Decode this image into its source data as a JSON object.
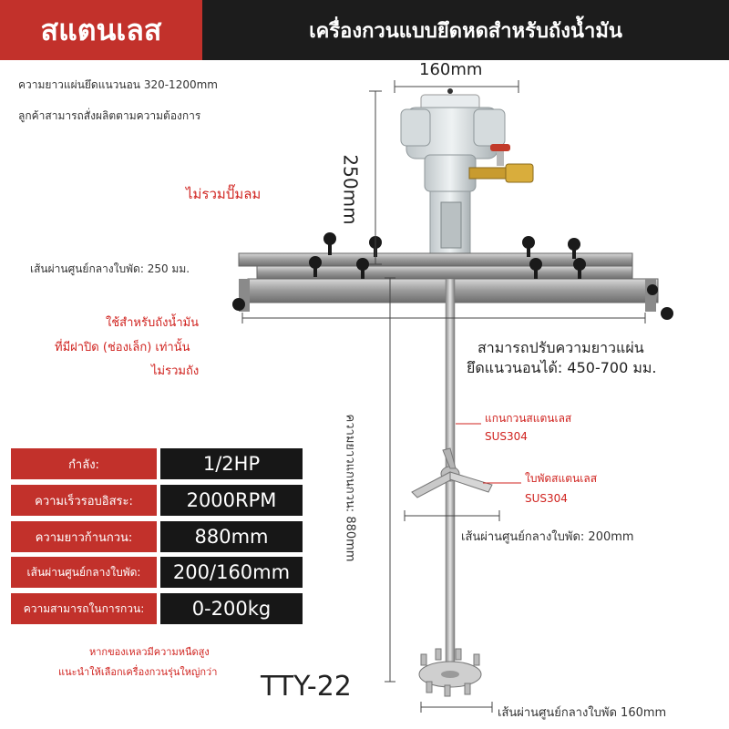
{
  "header": {
    "badge": "สแตนเลส",
    "title": "เครื่องกวนแบบยึดหดสำหรับถังน้ำมัน"
  },
  "notes": {
    "bar_length": "ความยาวแผ่นยึดแนวนอน 320-1200mm",
    "custom_order": "ลูกค้าสามารถสั่งผลิตตามความต้องการ",
    "no_pump": "ไม่รวมปั๊มลม",
    "upper_blade_diameter": "เส้นผ่านศูนย์กลางใบพัด: 250 มม.",
    "usage_line1": "ใช้สำหรับถังน้ำมัน",
    "usage_line2": "ที่มีฝาปิด (ช่องเล็ก) เท่านั้น",
    "usage_line3": "ไม่รวมถัง",
    "adjust_line1": "สามารถปรับความยาวแผ่น",
    "adjust_line2": "ยึดแนวนอนได้: 450-700 มม.",
    "shaft_material_line1": "แกนกวนสแตนเลส",
    "shaft_material_line2": "SUS304",
    "blade_material_line1": "ใบพัดสแตนเลส",
    "blade_material_line2": "SUS304",
    "mid_blade_diameter": "เส้นผ่านศูนย์กลางใบพัด: 200mm",
    "bottom_blade_diameter": "เส้นผ่านศูนย์กลางใบพัด 160mm",
    "viscosity_line1": "หากของเหลวมีความหนืดสูง",
    "viscosity_line2": "แนะนำให้เลือกเครื่องกวนรุ่นใหญ่กว่า",
    "model": "TTY-22"
  },
  "dimensions": {
    "motor_width": "160mm",
    "motor_height": "250mm",
    "shaft_length": "ความยาวแกนกวน: 880mm"
  },
  "specs": [
    {
      "label": "กำลัง:",
      "value": "1/2HP"
    },
    {
      "label": "ความเร็วรอบอิสระ:",
      "value": "2000RPM"
    },
    {
      "label": "ความยาวก้านกวน:",
      "value": "880mm"
    },
    {
      "label": "เส้นผ่านศูนย์กลางใบพัด:",
      "value": "200/160mm"
    },
    {
      "label": "ความสามารถในการกวน:",
      "value": "0-200kg"
    }
  ],
  "colors": {
    "accent_red": "#c2312b",
    "dark": "#1c1c1c",
    "note_red": "#d0231f"
  }
}
